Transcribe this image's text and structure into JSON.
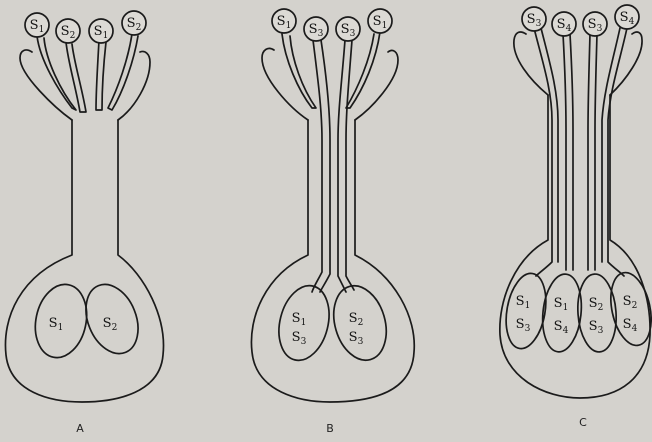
{
  "figure": {
    "panels": [
      {
        "id": "A",
        "caption": "A",
        "stigmas": [
          "S1",
          "S2",
          "S1",
          "S2"
        ],
        "ovules": [
          {
            "lines": [
              "S1"
            ]
          },
          {
            "lines": [
              "S2"
            ]
          }
        ]
      },
      {
        "id": "B",
        "caption": "B",
        "stigmas": [
          "S1",
          "S3",
          "S3",
          "S1"
        ],
        "ovules": [
          {
            "lines": [
              "S1",
              "S3"
            ]
          },
          {
            "lines": [
              "S2",
              "S3"
            ]
          }
        ]
      },
      {
        "id": "C",
        "caption": "C",
        "stigmas": [
          "S3",
          "S4",
          "S3",
          "S4"
        ],
        "ovules": [
          {
            "lines": [
              "S1",
              "S3"
            ]
          },
          {
            "lines": [
              "S1",
              "S4"
            ]
          },
          {
            "lines": [
              "S2",
              "S3"
            ]
          },
          {
            "lines": [
              "S2",
              "S4"
            ]
          }
        ]
      }
    ]
  }
}
